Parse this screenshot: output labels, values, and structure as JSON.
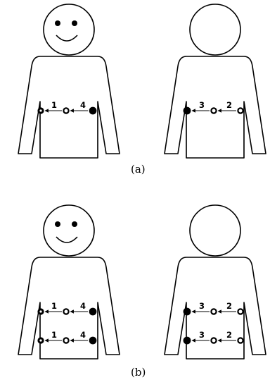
{
  "captions": {
    "a": "(a)",
    "b": "(b)"
  },
  "panel_a": {
    "left": {
      "row1": {
        "step_a": "1",
        "step_b": "4"
      }
    },
    "right": {
      "row1": {
        "step_a": "3",
        "step_b": "2"
      }
    }
  },
  "panel_b": {
    "left": {
      "row1": {
        "step_a": "1",
        "step_b": "4"
      },
      "row2": {
        "step_a": "1",
        "step_b": "4"
      }
    },
    "right": {
      "row1": {
        "step_a": "3",
        "step_b": "2"
      },
      "row2": {
        "step_a": "3",
        "step_b": "2"
      }
    }
  }
}
